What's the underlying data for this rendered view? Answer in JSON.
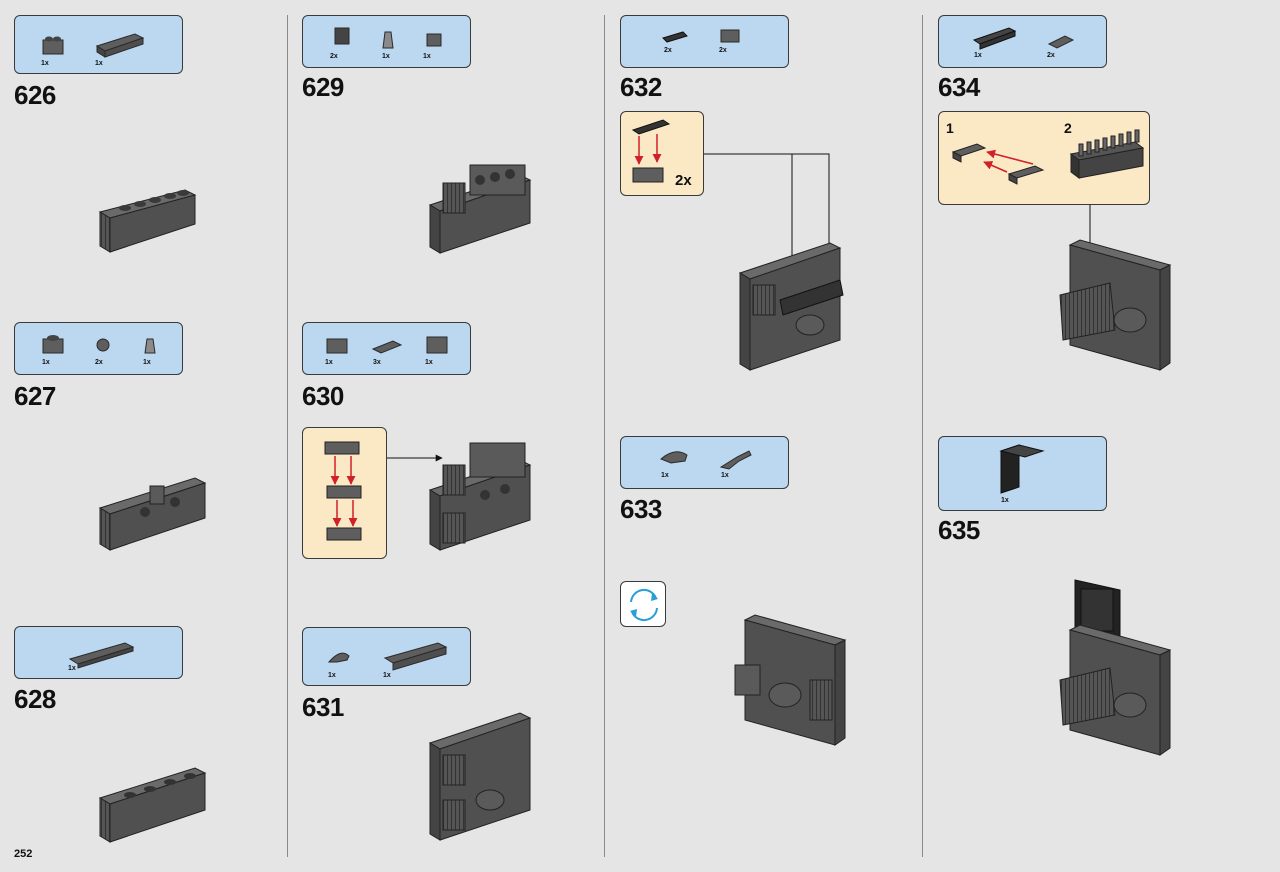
{
  "page_number": "252",
  "colors": {
    "background": "#e5e5e5",
    "parts_box": "#bcd8f0",
    "sub_box": "#fbe8c4",
    "brick": "#5e5e5e",
    "arrow": "#d0202a"
  },
  "steps": [
    {
      "number": "626",
      "parts": [
        {
          "qty": "1x"
        },
        {
          "qty": "1x"
        }
      ]
    },
    {
      "number": "627",
      "parts": [
        {
          "qty": "1x"
        },
        {
          "qty": "2x"
        },
        {
          "qty": "1x"
        }
      ]
    },
    {
      "number": "628",
      "parts": [
        {
          "qty": "1x"
        }
      ]
    },
    {
      "number": "629",
      "parts": [
        {
          "qty": "2x"
        },
        {
          "qty": "1x"
        },
        {
          "qty": "1x"
        }
      ]
    },
    {
      "number": "630",
      "parts": [
        {
          "qty": "1x"
        },
        {
          "qty": "3x"
        },
        {
          "qty": "1x"
        }
      ]
    },
    {
      "number": "631",
      "parts": [
        {
          "qty": "1x"
        },
        {
          "qty": "1x"
        }
      ]
    },
    {
      "number": "632",
      "parts": [
        {
          "qty": "2x"
        },
        {
          "qty": "2x"
        }
      ],
      "sub_qty": "2x"
    },
    {
      "number": "633",
      "parts": [
        {
          "qty": "1x"
        },
        {
          "qty": "1x"
        }
      ]
    },
    {
      "number": "634",
      "parts": [
        {
          "qty": "1x"
        },
        {
          "qty": "2x"
        }
      ],
      "sub_labels": [
        "1",
        "2"
      ]
    },
    {
      "number": "635",
      "parts": [
        {
          "qty": "1x"
        }
      ]
    }
  ],
  "icons": {
    "rotate": "rotate-model-icon"
  }
}
